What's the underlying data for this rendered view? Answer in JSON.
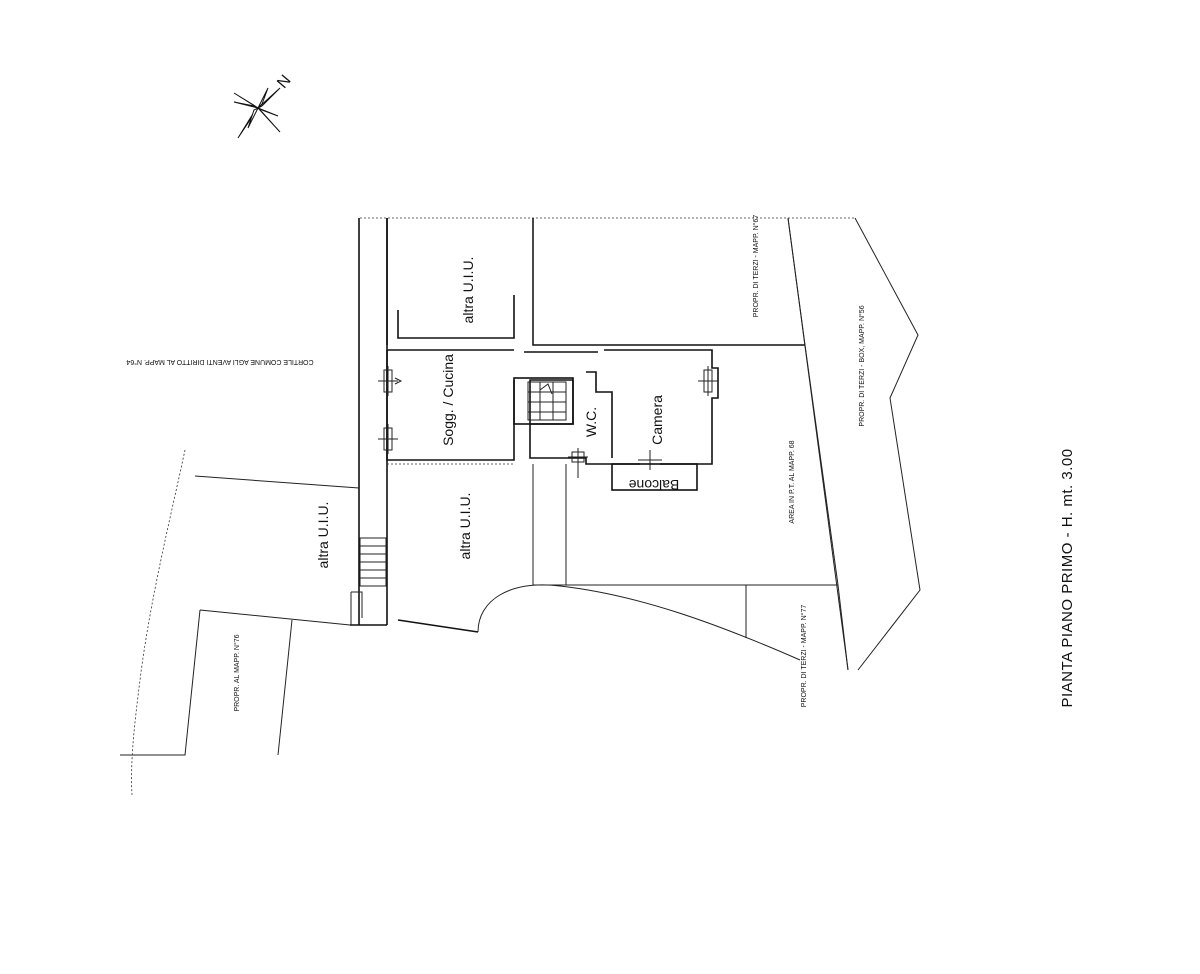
{
  "compass": {
    "north_letter": "N"
  },
  "title": "PIANTA   PIANO   PRIMO -   H. mt. 3.00",
  "rooms": {
    "altra_top": "altra U.I.U.",
    "soggiorno": "Sogg. / Cucina",
    "wc": "W.C.",
    "camera": "Camera",
    "balcone": "Balcone",
    "altra_center": "altra U.I.U.",
    "altra_left": "altra U.I.U."
  },
  "annotations": {
    "cortile": "CORTILE COMUNE AGLI AVENTI DIRITTO AL MAPP. N°64",
    "terzi_67": "PROPR. DI TERZI - MAPP. N°67",
    "box_56": "PROPR. DI TERZI - BOX, MAPP. N°56",
    "area_68": "AREA IN P.T. AL MAPP. 68",
    "terzi_77": "PROPR. DI TERZI - MAPP. N°77",
    "mapp_76": "PROPR. AL MAPP. N°76"
  }
}
